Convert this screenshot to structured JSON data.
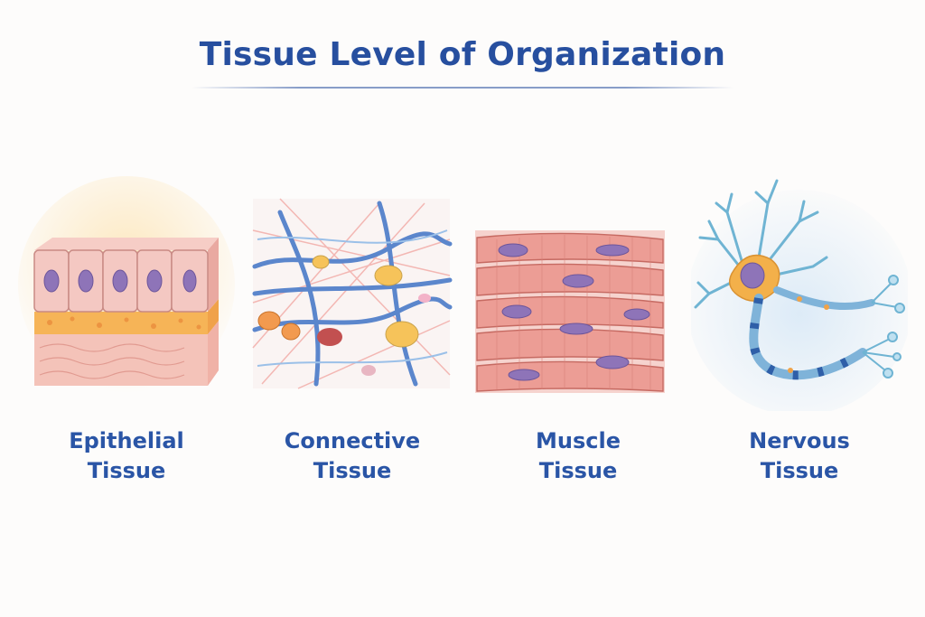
{
  "title": "Tissue Level of Organization",
  "tissues": [
    {
      "id": "epithelial",
      "line1": "Epithelial",
      "line2": "Tissue",
      "icon": "epithelial-tissue-illustration"
    },
    {
      "id": "connective",
      "line1": "Connective",
      "line2": "Tissue",
      "icon": "connective-tissue-illustration"
    },
    {
      "id": "muscle",
      "line1": "Muscle",
      "line2": "Tissue",
      "icon": "muscle-tissue-illustration"
    },
    {
      "id": "nervous",
      "line1": "Nervous",
      "line2": "Tissue",
      "icon": "nervous-tissue-illustration"
    }
  ],
  "colors": {
    "title": "#274f9f",
    "label": "#2a55a6",
    "epithelial_cell": "#f2c2bd",
    "nucleus": "#8e74b8",
    "connective_fiber": "#5b86cc",
    "muscle_fiber": "#e88e86",
    "neuron_body": "#f3b04a",
    "axon": "#7fb3d9"
  }
}
